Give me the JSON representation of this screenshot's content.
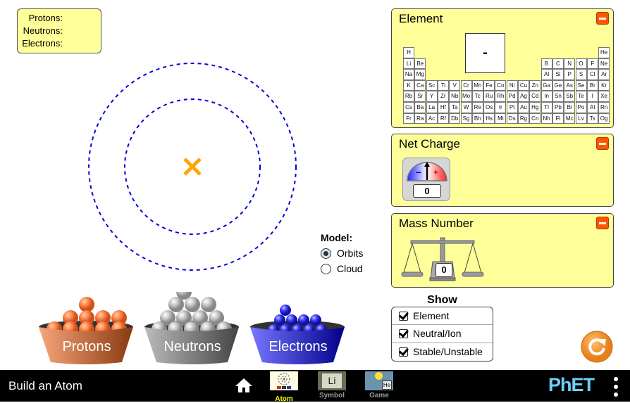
{
  "counts": {
    "protons_label": "Protons:",
    "neutrons_label": "Neutrons:",
    "electrons_label": "Electrons:",
    "protons": "",
    "neutrons": "",
    "electrons": ""
  },
  "atom_view": {
    "nucleus_marker": "×",
    "orbit_color": "#0000dd",
    "nucleus_color": "#ffa500"
  },
  "element_panel": {
    "title": "Element",
    "symbol": "-",
    "periodic_table": [
      [
        "H",
        "",
        "",
        "",
        "",
        "",
        "",
        "",
        "",
        "",
        "",
        "",
        "",
        "",
        "",
        "",
        "",
        "He"
      ],
      [
        "Li",
        "Be",
        "",
        "",
        "",
        "",
        "",
        "",
        "",
        "",
        "",
        "",
        "B",
        "C",
        "N",
        "O",
        "F",
        "Ne"
      ],
      [
        "Na",
        "Mg",
        "",
        "",
        "",
        "",
        "",
        "",
        "",
        "",
        "",
        "",
        "Al",
        "Si",
        "P",
        "S",
        "Cl",
        "Ar"
      ],
      [
        "K",
        "Ca",
        "Sc",
        "Ti",
        "V",
        "Cr",
        "Mn",
        "Fe",
        "Co",
        "Ni",
        "Cu",
        "Zn",
        "Ga",
        "Ge",
        "As",
        "Se",
        "Br",
        "Kr"
      ],
      [
        "Rb",
        "Sr",
        "Y",
        "Zr",
        "Nb",
        "Mo",
        "Tc",
        "Ru",
        "Rh",
        "Pd",
        "Ag",
        "Cd",
        "In",
        "Sn",
        "Sb",
        "Te",
        "I",
        "Xe"
      ],
      [
        "Cs",
        "Ba",
        "La",
        "Hf",
        "Ta",
        "W",
        "Re",
        "Os",
        "Ir",
        "Pt",
        "Au",
        "Hg",
        "Tl",
        "Pb",
        "Bi",
        "Po",
        "At",
        "Rn"
      ],
      [
        "Fr",
        "Ra",
        "Ac",
        "Rf",
        "Db",
        "Sg",
        "Bh",
        "Hs",
        "Mt",
        "Ds",
        "Rg",
        "Cn",
        "Nh",
        "Fl",
        "Mc",
        "Lv",
        "Ts",
        "Og"
      ]
    ]
  },
  "net_charge_panel": {
    "title": "Net Charge",
    "value": "0",
    "minus": "−",
    "plus": "+"
  },
  "mass_number_panel": {
    "title": "Mass Number",
    "value": "0"
  },
  "model": {
    "title": "Model:",
    "options": [
      {
        "label": "Orbits",
        "selected": true
      },
      {
        "label": "Cloud",
        "selected": false
      }
    ]
  },
  "show": {
    "title": "Show",
    "options": [
      {
        "label": "Element",
        "checked": true
      },
      {
        "label": "Neutral/Ion",
        "checked": true
      },
      {
        "label": "Stable/Unstable",
        "checked": true
      }
    ]
  },
  "buckets": [
    {
      "label": "Protons",
      "color": "#ff8855"
    },
    {
      "label": "Neutrons",
      "color": "#c0c0c0"
    },
    {
      "label": "Electrons",
      "color": "#4444ff"
    }
  ],
  "navbar": {
    "title": "Build an Atom",
    "screens": [
      {
        "label": "Atom",
        "active": true
      },
      {
        "label": "Symbol",
        "active": false
      },
      {
        "label": "Game",
        "active": false
      }
    ],
    "symbol_thumb": "Li",
    "game_thumb": "He",
    "brand": "PhET"
  },
  "colors": {
    "panel_bg": "#ffff99",
    "minimize": "#ff5500",
    "active_tab": "#ffff00",
    "inactive_tab": "#999999",
    "reset": "#f7931e",
    "brand": "#6dcff6"
  }
}
